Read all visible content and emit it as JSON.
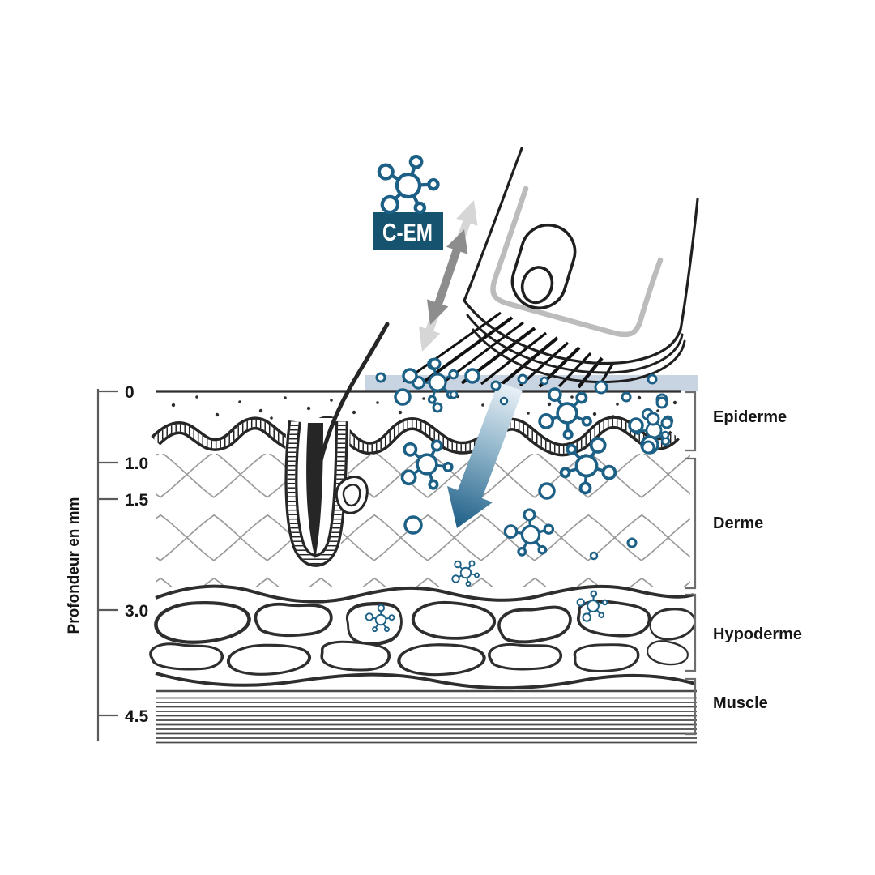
{
  "badge": {
    "label": "C-EM"
  },
  "axis": {
    "title": "Profondeur en mm",
    "unit": "mm",
    "ticks": [
      {
        "label": "0"
      },
      {
        "label": "1.0"
      },
      {
        "label": "1.5"
      },
      {
        "label": "3.0"
      },
      {
        "label": "4.5"
      }
    ]
  },
  "layers": [
    {
      "name": "Epiderme"
    },
    {
      "name": "Derme"
    },
    {
      "name": "Hypoderme"
    },
    {
      "name": "Muscle"
    }
  ],
  "icons": {
    "molecule": "molecule-icon",
    "double_arrow": "updown-arrow-icon",
    "beam": "beam-arrow-icon",
    "device": "handpiece-icon"
  },
  "colors": {
    "badge_bg": "#15536e",
    "badge_text": "#ffffff",
    "molecule": "#1d6086",
    "surface_gel_band": "#c9d4e2",
    "beam_dark": "#1d5e86",
    "beam_light": "#e8f0f6",
    "arrow_light_gray": "#d6d6d6",
    "arrow_dark_gray": "#8d8d8d",
    "device_gray": "#bcbcbc",
    "lattice_gray": "#9a9a9a",
    "ink": "#1f1f1f"
  }
}
